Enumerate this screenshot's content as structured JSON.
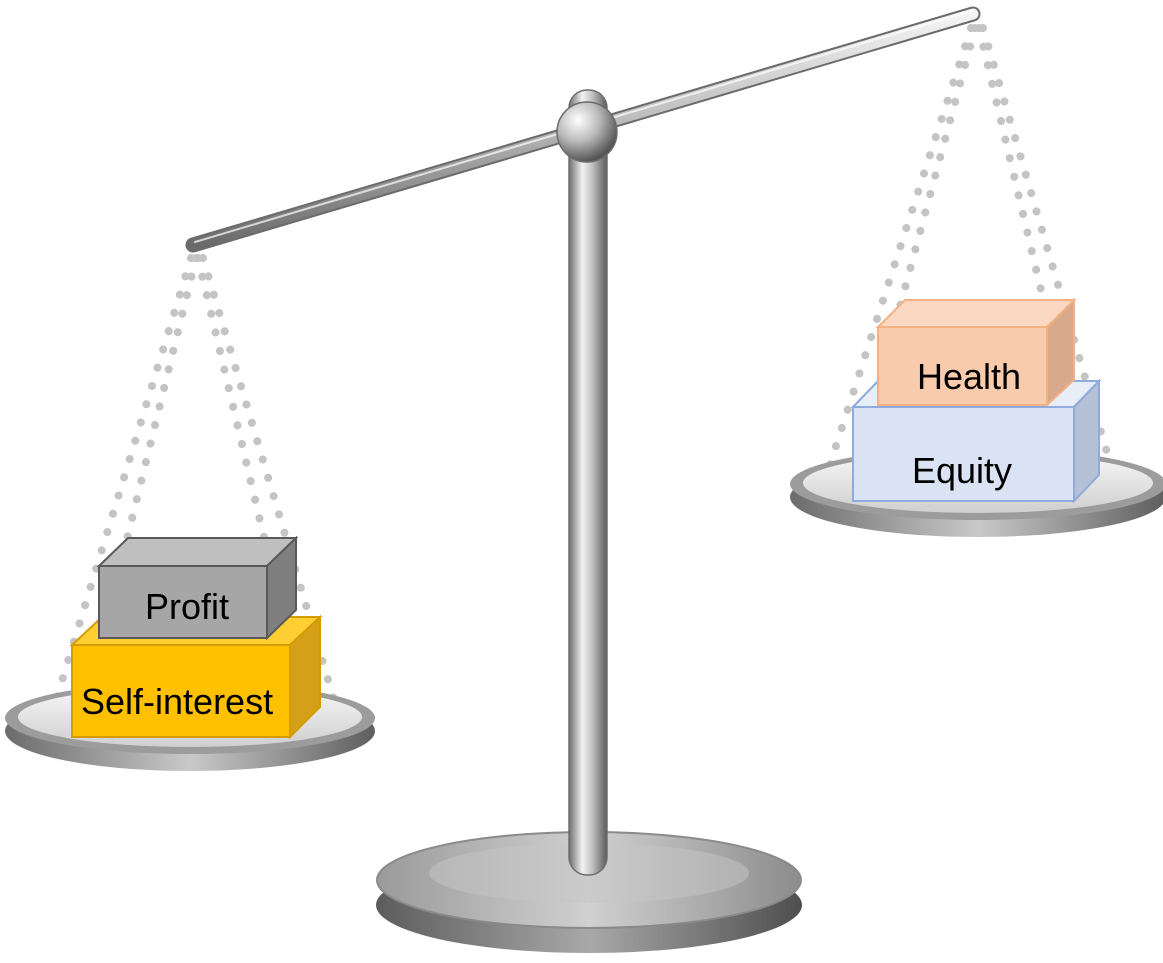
{
  "scale": {
    "left_pan": {
      "blocks": [
        {
          "id": "self-interest",
          "label": "Self-interest",
          "face_color": "#FFC000",
          "side_color": "#D4A017",
          "top_color": "#FFCE33"
        },
        {
          "id": "profit",
          "label": "Profit",
          "face_color": "#A6A6A6",
          "side_color": "#7F7F7F",
          "top_color": "#BFBFBF"
        }
      ]
    },
    "right_pan": {
      "blocks": [
        {
          "id": "equity",
          "label": "Equity",
          "face_color": "#DAE3F3",
          "side_color": "#B4C1D6",
          "top_color": "#E8EEF8"
        },
        {
          "id": "health",
          "label": "Health",
          "face_color": "#F8CBAD",
          "side_color": "#D9A98C",
          "top_color": "#FAD8C2"
        }
      ]
    },
    "metal_color": "#B8B8B8"
  }
}
